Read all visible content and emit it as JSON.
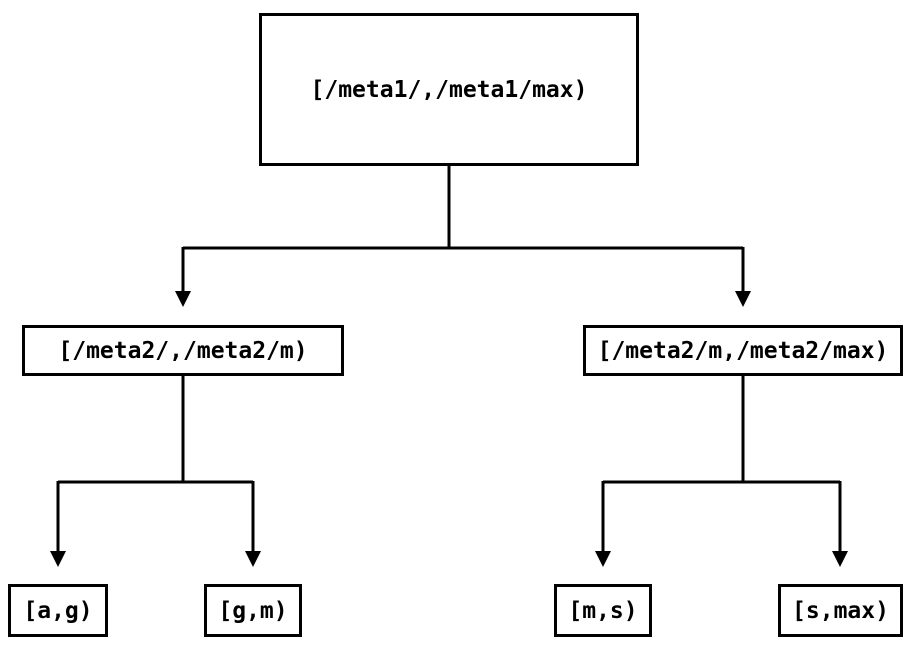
{
  "diagram": {
    "type": "tree",
    "colors": {
      "background": "#ffffff",
      "box_border": "#000000",
      "text": "#000000",
      "connector": "#000000"
    },
    "nodes": {
      "root": {
        "label": "[/meta1/,/meta1/max)"
      },
      "left": {
        "label": "[/meta2/,/meta2/m)"
      },
      "right": {
        "label": "[/meta2/m,/meta2/max)"
      },
      "leaf_ag": {
        "label": "[a,g)"
      },
      "leaf_gm": {
        "label": "[g,m)"
      },
      "leaf_ms": {
        "label": "[m,s)"
      },
      "leaf_smax": {
        "label": "[s,max)"
      }
    },
    "edges": [
      {
        "from": "root",
        "to": "left"
      },
      {
        "from": "root",
        "to": "right"
      },
      {
        "from": "left",
        "to": "leaf_ag"
      },
      {
        "from": "left",
        "to": "leaf_gm"
      },
      {
        "from": "right",
        "to": "leaf_ms"
      },
      {
        "from": "right",
        "to": "leaf_smax"
      }
    ]
  }
}
